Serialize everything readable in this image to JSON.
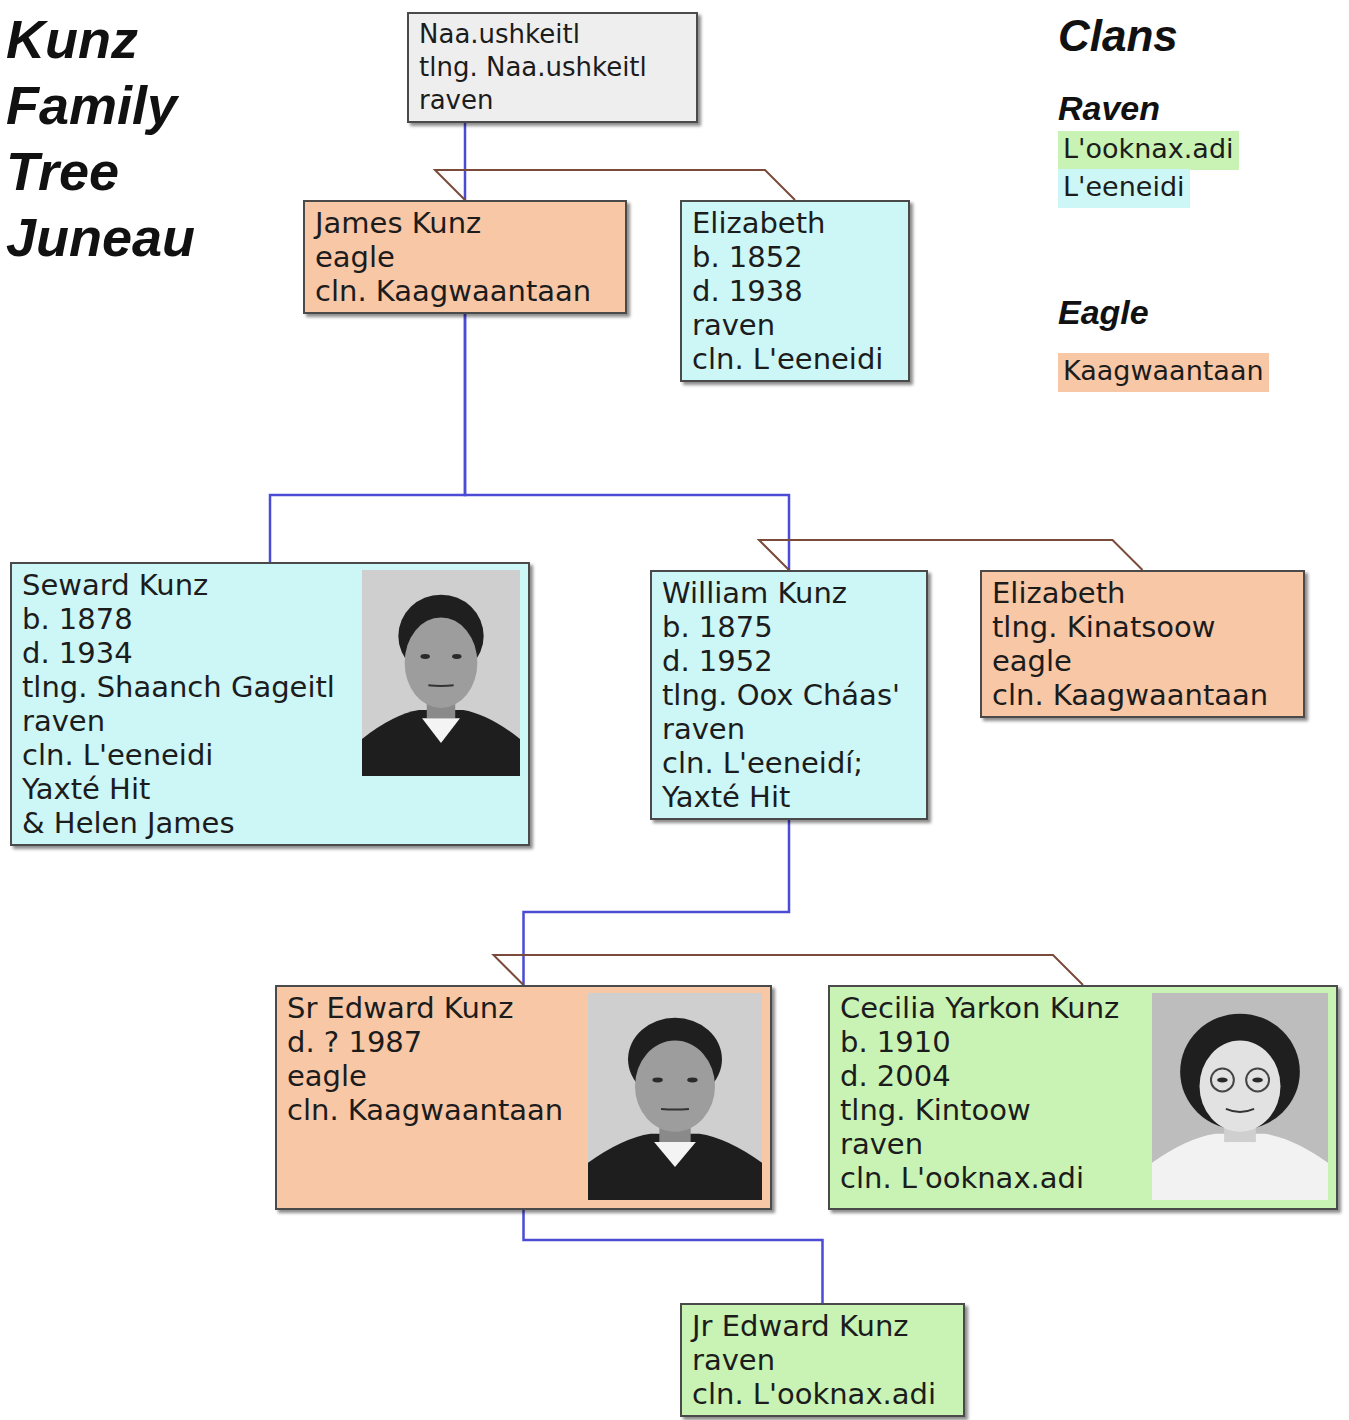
{
  "diagram": {
    "title": "Kunz Family Tree Juneau",
    "nodes": [
      {
        "text": [
          "Naa.ushkeitl",
          "tlng. Naa.ushkeitl",
          "raven"
        ]
      },
      {
        "text": [
          "James Kunz",
          "eagle",
          "cln. Kaagwaantaan"
        ]
      },
      {
        "text": [
          "Elizabeth",
          "b. 1852",
          "d. 1938",
          "raven",
          "cln. L'eeneidi"
        ]
      },
      {
        "text": [
          "Seward Kunz",
          "b. 1878",
          "d. 1934",
          "tlng. Shaanch Gageitl",
          "raven",
          "cln. L'eeneidi",
          "Yaxté Hit",
          "& Helen James"
        ]
      },
      {
        "text": [
          "William Kunz",
          "b. 1875",
          "d. 1952",
          "tlng. Oox Cháas'",
          "raven",
          "cln. L'eeneidí;",
          "Yaxté Hit"
        ]
      },
      {
        "text": [
          "Elizabeth",
          "tlng. Kinatsoow",
          "eagle",
          "cln. Kaagwaantaan"
        ]
      },
      {
        "text": [
          "Sr Edward Kunz",
          "d. ? 1987",
          "eagle",
          "cln. Kaagwaantaan"
        ]
      },
      {
        "text": [
          "Cecilia Yarkon Kunz",
          "b. 1910",
          "d. 2004",
          "tlng. Kintoow",
          "raven",
          "cln. L'ooknax.adi"
        ]
      },
      {
        "text": [
          "Jr Edward Kunz",
          "raven",
          "cln. L'ooknax.adi"
        ]
      }
    ],
    "edges": [
      {
        "from": 0,
        "to": 1,
        "arrow": "none"
      },
      {
        "from": 1,
        "to": 2,
        "arrow": "none"
      },
      {
        "from": 1,
        "to": 3,
        "arrow": "none"
      },
      {
        "from": 1,
        "to": 4,
        "arrow": "none"
      },
      {
        "from": 4,
        "to": 5,
        "arrow": "none"
      },
      {
        "from": 4,
        "to": 6,
        "arrow": "none"
      },
      {
        "from": 6,
        "to": 7,
        "arrow": "none"
      },
      {
        "from": 6,
        "to": 8,
        "arrow": "none"
      }
    ],
    "labels": [
      "Clans",
      "Raven",
      "Eagle"
    ],
    "legend": [
      {
        "text": "L'ooknax.adi",
        "color": "#c8f3b4"
      },
      {
        "text": "L'eeneidi",
        "color": "#cdf6f6"
      },
      {
        "text": "Kaagwaantaan",
        "color": "#f7c7a6"
      }
    ]
  }
}
